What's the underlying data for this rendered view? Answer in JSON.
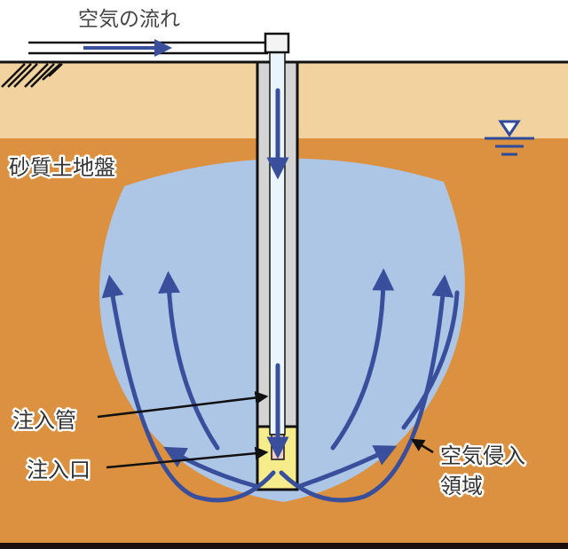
{
  "title": "空気の流れ",
  "labels": {
    "ground": "砂質土地盤",
    "injection_pipe": "注入管",
    "injection_port": "注入口",
    "air_zone_line1": "空気侵入",
    "air_zone_line2": "領域"
  },
  "colors": {
    "upper_soil": "#f2d3a0",
    "lower_soil": "#db913f",
    "air_zone": "#aec6e6",
    "flow_arrow": "#3a4f9c",
    "injection_zone": "#f6ec8c"
  }
}
